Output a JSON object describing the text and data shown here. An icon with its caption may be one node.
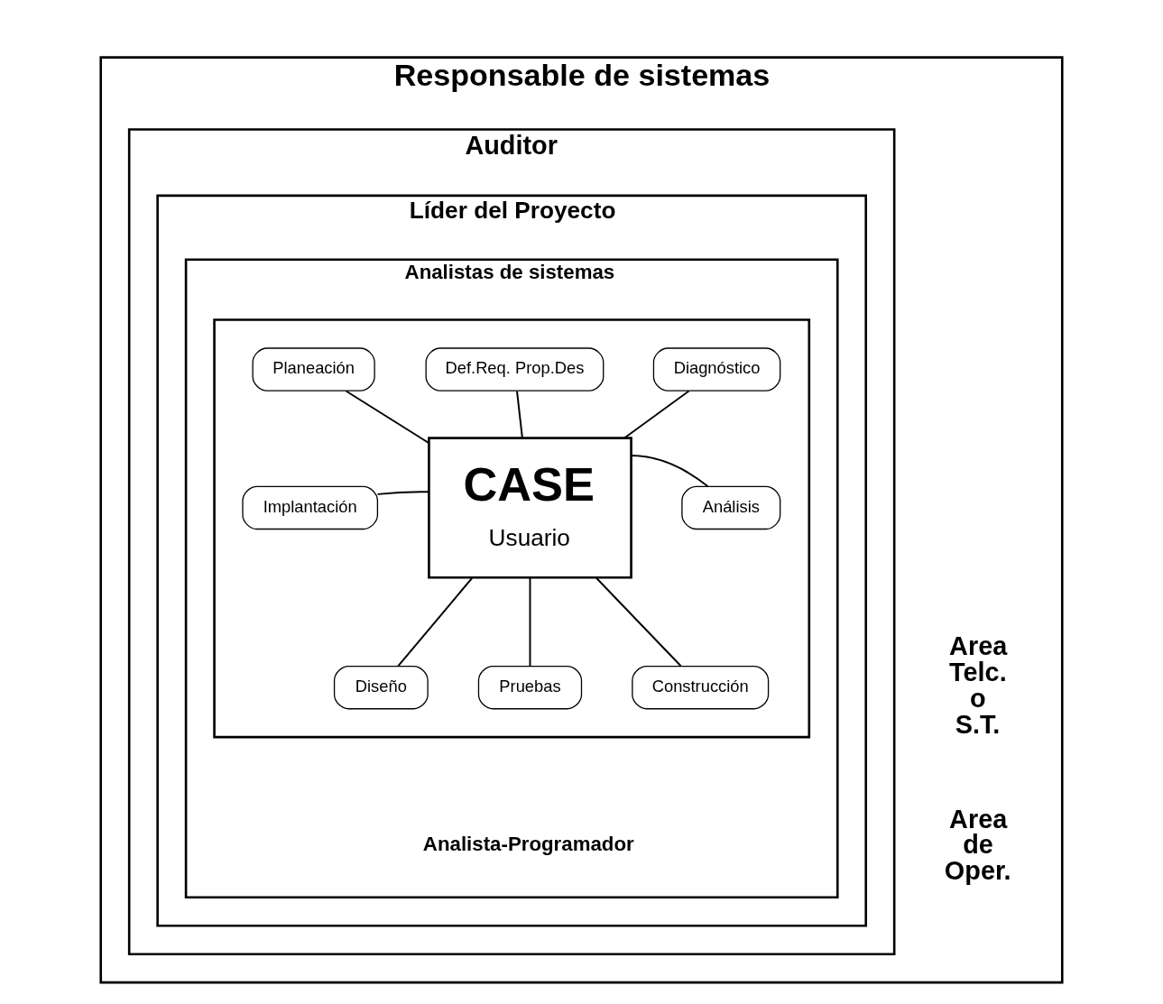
{
  "diagram": {
    "nodes": [
      {
        "text": [
          "Responsable de sistemas",
          "Area Telc. o S.T.",
          "Area de Oper."
        ]
      },
      {
        "text": [
          "Auditor"
        ],
        "in": 0
      },
      {
        "text": [
          "Líder del Proyecto"
        ],
        "in": 1
      },
      {
        "text": [
          "Analistas de sistemas",
          "Analista-Programador"
        ],
        "in": 2
      },
      {
        "text": [],
        "shape": "box",
        "in": 3
      },
      {
        "text": [
          "CASE",
          "Usuario"
        ],
        "in": 4
      },
      {
        "text": [
          "Planeación"
        ],
        "in": 4
      },
      {
        "text": [
          "Diagnóstico"
        ],
        "in": 4
      },
      {
        "text": [
          "Def.Req. Prop.Des"
        ],
        "in": 4
      },
      {
        "text": [
          "Implantación"
        ],
        "in": 4
      },
      {
        "text": [
          "Análisis"
        ],
        "in": 4
      },
      {
        "text": [
          "Pruebas"
        ],
        "in": 4
      },
      {
        "text": [
          "Construcción"
        ],
        "in": 4
      },
      {
        "text": [
          "Diseño"
        ],
        "in": 4
      }
    ],
    "edges": [
      {
        "from": 6,
        "to": 5,
        "arrow": "none"
      },
      {
        "from": 7,
        "to": 5,
        "arrow": "none"
      },
      {
        "from": 8,
        "to": 5,
        "arrow": "none"
      },
      {
        "from": 9,
        "to": 5,
        "arrow": "none"
      },
      {
        "from": 5,
        "to": 10,
        "arrow": "none"
      },
      {
        "from": 5,
        "to": 11,
        "arrow": "none"
      },
      {
        "from": 5,
        "to": 12,
        "arrow": "none"
      },
      {
        "from": 5,
        "to": 13,
        "arrow": "none"
      }
    ]
  }
}
